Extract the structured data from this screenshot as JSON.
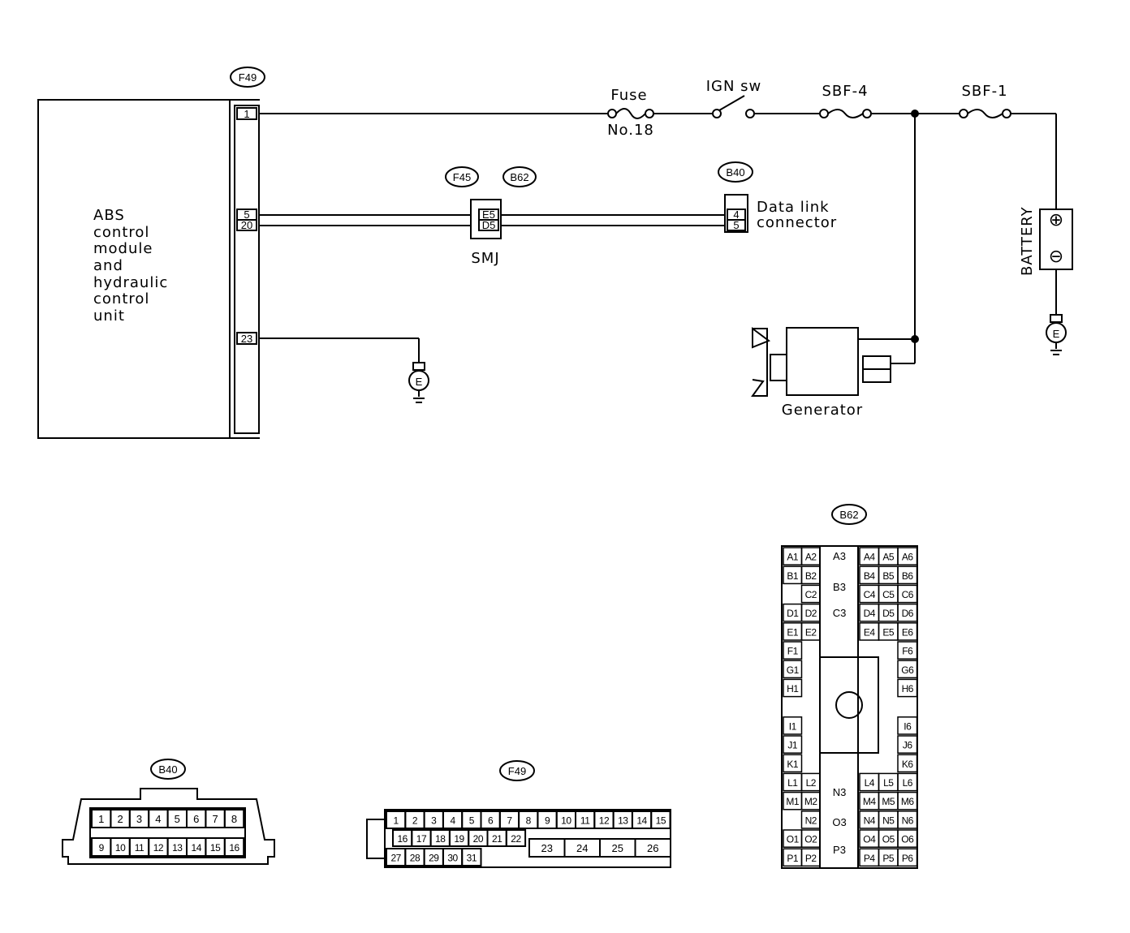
{
  "ecu": {
    "connector_tag": "F49",
    "label_lines": [
      "ABS",
      "control",
      "module",
      "and",
      "hydraulic",
      "control",
      "unit"
    ],
    "pins": [
      "1",
      "5",
      "20",
      "23"
    ]
  },
  "smj": {
    "tag1": "F45",
    "tag2": "B62",
    "pins": [
      "E5",
      "D5"
    ],
    "label": "SMJ"
  },
  "dlc": {
    "tag": "B40",
    "pins": [
      "4",
      "5"
    ],
    "label_line1": "Data link",
    "label_line2": "connector"
  },
  "power_path": {
    "fuse_label": "Fuse",
    "fuse_number": "No.18",
    "ign_label": "IGN sw",
    "sbf4_label": "SBF-4",
    "sbf1_label": "SBF-1"
  },
  "battery": {
    "label": "BATTERY",
    "plus": "⊕",
    "minus": "⊖"
  },
  "generator": {
    "label": "Generator"
  },
  "ground": {
    "symbol": "E"
  },
  "b62_face": {
    "tag": "B62",
    "left_col": [
      [
        "A1",
        "A2"
      ],
      [
        "B1",
        "B2"
      ],
      [
        "",
        "C2"
      ],
      [
        "D1",
        "D2"
      ],
      [
        "E1",
        "E2"
      ],
      [
        "F1",
        ""
      ],
      [
        "G1",
        ""
      ],
      [
        "H1",
        ""
      ],
      [
        "",
        ""
      ],
      [
        "I1",
        ""
      ],
      [
        "J1",
        ""
      ],
      [
        "K1",
        ""
      ],
      [
        "L1",
        "L2"
      ],
      [
        "M1",
        "M2"
      ],
      [
        "",
        "N2"
      ],
      [
        "O1",
        "O2"
      ],
      [
        "P1",
        "P2"
      ]
    ],
    "right_col": [
      [
        "A4",
        "A5",
        "A6"
      ],
      [
        "B4",
        "B5",
        "B6"
      ],
      [
        "C4",
        "C5",
        "C6"
      ],
      [
        "D4",
        "D5",
        "D6"
      ],
      [
        "E4",
        "E5",
        "E6"
      ],
      [
        "",
        "",
        "F6"
      ],
      [
        "",
        "",
        "G6"
      ],
      [
        "",
        "",
        "H6"
      ],
      [
        "",
        "",
        ""
      ],
      [
        "",
        "",
        "I6"
      ],
      [
        "",
        "",
        "J6"
      ],
      [
        "",
        "",
        "K6"
      ],
      [
        "L4",
        "L5",
        "L6"
      ],
      [
        "M4",
        "M5",
        "M6"
      ],
      [
        "N4",
        "N5",
        "N6"
      ],
      [
        "O4",
        "O5",
        "O6"
      ],
      [
        "P4",
        "P5",
        "P6"
      ]
    ],
    "center_labels": [
      "A3",
      "B3",
      "C3",
      "N3",
      "O3",
      "P3"
    ]
  },
  "b40_face": {
    "tag": "B40",
    "row1": [
      "1",
      "2",
      "3",
      "4",
      "5",
      "6",
      "7",
      "8"
    ],
    "row2": [
      "9",
      "10",
      "11",
      "12",
      "13",
      "14",
      "15",
      "16"
    ]
  },
  "f49_face": {
    "tag": "F49",
    "row1": [
      "1",
      "2",
      "3",
      "4",
      "5",
      "6",
      "7",
      "8",
      "9",
      "10",
      "11",
      "12",
      "13",
      "14",
      "15"
    ],
    "row2": [
      "16",
      "17",
      "18",
      "19",
      "20",
      "21",
      "22"
    ],
    "row3": [
      "27",
      "28",
      "29",
      "30",
      "31"
    ],
    "big_pins": [
      "23",
      "24",
      "25",
      "26"
    ]
  }
}
